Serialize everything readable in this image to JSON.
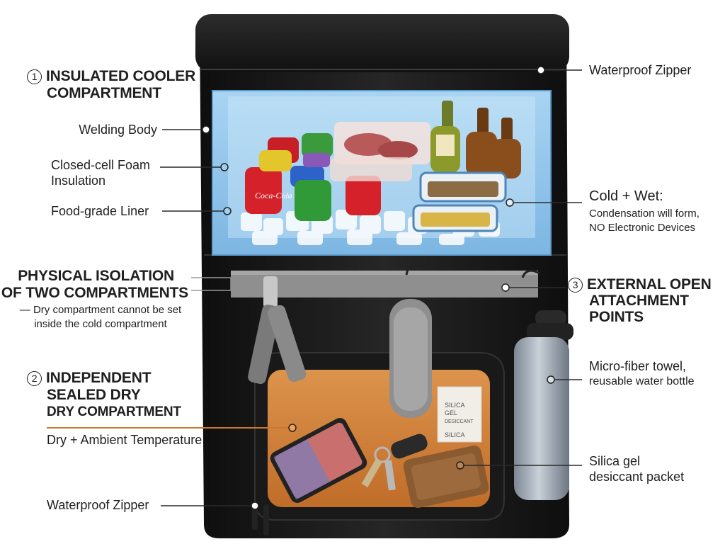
{
  "callouts": {
    "insulated_cooler": {
      "number": "1",
      "line1": "INSULATED COOLER",
      "line2": "COMPARTMENT"
    },
    "waterproof_zipper_top": "Waterproof Zipper",
    "welding_body": "Welding Body",
    "foam_line1": "Closed-cell Foam",
    "foam_line2": "Insulation",
    "food_liner": "Food-grade Liner",
    "cold_wet": {
      "title": "Cold + Wet:",
      "line1": "Condensation will form,",
      "line2": "NO Electronic Devices"
    },
    "isolation": {
      "line1": "PHYSICAL ISOLATION",
      "line2": "OF TWO COMPARTMENTS",
      "note1": "— Dry compartment cannot be set",
      "note2": "inside the cold compartment"
    },
    "external": {
      "number": "3",
      "line1": "EXTERNAL OPEN",
      "line2": "ATTACHMENT",
      "line3": "POINTS"
    },
    "dry": {
      "number": "2",
      "line1": "INDEPENDENT",
      "line2": "SEALED DRY",
      "line3": "DRY COMPARTMENT",
      "note": "Dry + Ambient Temperature"
    },
    "towel": {
      "line1": "Micro-fiber towel,",
      "line2": "reusable water bottle"
    },
    "silica": {
      "line1": "Silica gel",
      "line2": "desiccant packet"
    },
    "waterproof_zipper_bottom": "Waterproof Zipper"
  },
  "product_marks": {
    "can_brand": "Coca-Cola",
    "silica_packet": [
      "SILICA",
      "GEL",
      "DESICCANT",
      "SILICA"
    ]
  },
  "colors": {
    "bag": "#1b1b1b",
    "cold_overlay": "#8fc4ea",
    "dry_overlay": "#e08a3a",
    "strap": "#8f8f8f",
    "leader": "#3a3a3a"
  }
}
